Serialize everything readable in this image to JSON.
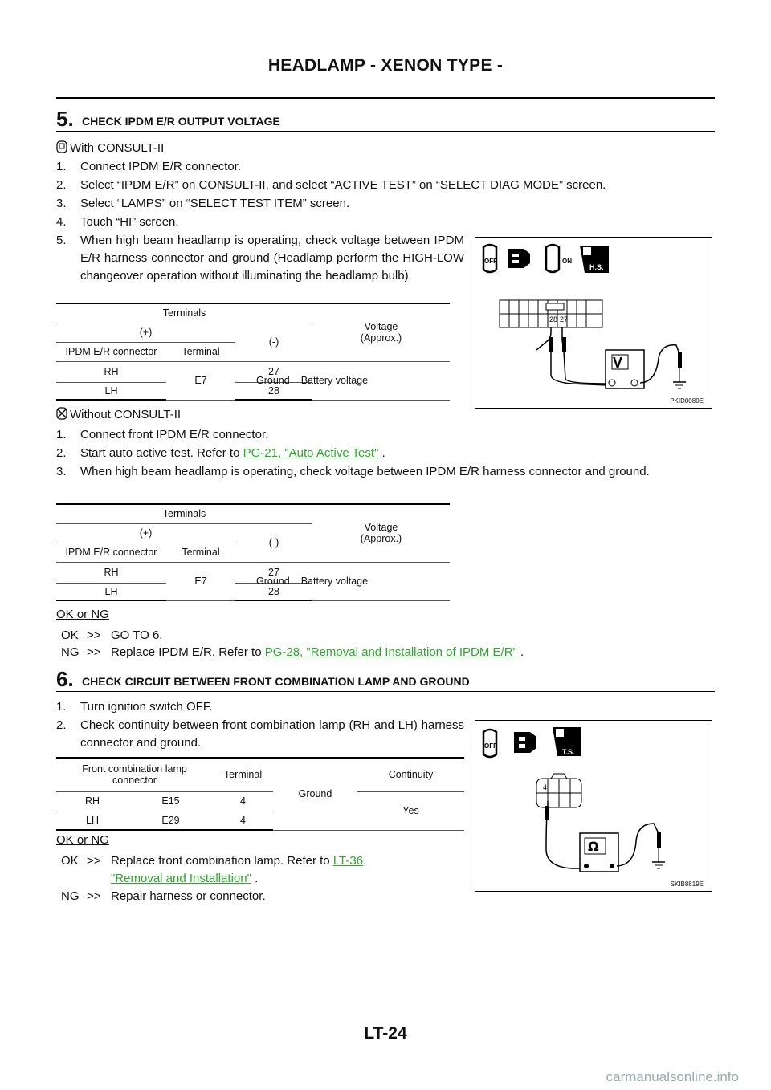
{
  "header": "HEADLAMP - XENON TYPE -",
  "step5": {
    "num": "5.",
    "title": "CHECK IPDM E/R OUTPUT VOLTAGE",
    "with_mode": "With CONSULT-II",
    "with_steps": [
      {
        "n": "1.",
        "t": "Connect IPDM E/R connector."
      },
      {
        "n": "2.",
        "t": "Select “IPDM E/R” on CONSULT-II, and select “ACTIVE TEST” on “SELECT DIAG MODE” screen."
      },
      {
        "n": "3.",
        "t": "Select “LAMPS” on “SELECT TEST ITEM” screen."
      },
      {
        "n": "4.",
        "t": "Touch “HI” screen."
      },
      {
        "n": "5.",
        "t": "When high beam headlamp is operating, check voltage between IPDM E/R harness connector and ground (Headlamp perform the HIGH-LOW changeover operation without illuminating the headlamp bulb)."
      }
    ],
    "table": {
      "terminals": "Terminals",
      "plus": "(+)",
      "minus": "(-)",
      "voltage": "Voltage",
      "approx": "(Approx.)",
      "col_conn": "IPDM E/R connector",
      "col_term": "Terminal",
      "rows": [
        {
          "side": "RH",
          "term": "27"
        },
        {
          "side": "LH",
          "term": "28"
        }
      ],
      "connector": "E7",
      "ground": "Ground",
      "value": "Battery voltage"
    },
    "without_mode": "Without CONSULT-II",
    "without_steps": [
      {
        "n": "1.",
        "t": "Connect front IPDM E/R connector."
      },
      {
        "n": "2.",
        "pre": "Start auto active test. Refer to ",
        "link": "PG-21, \"Auto Active Test\"",
        "post": " ."
      },
      {
        "n": "3.",
        "t": "When high beam headlamp is operating, check voltage between IPDM E/R harness connector and ground."
      }
    ],
    "ok_ng": "OK or NG",
    "ok_label": "OK",
    "ok_arrow": ">>",
    "ok_text": "GO TO 6.",
    "ng_label": "NG",
    "ng_arrow": ">>",
    "ng_pre": "Replace IPDM E/R. Refer to ",
    "ng_link": "PG-28, \"Removal and Installation of IPDM E/R\"",
    "ng_post": " .",
    "figure": {
      "code": "PKID0080E",
      "pin_a": "28",
      "pin_b": "27",
      "meter": "V",
      "off": "OFF",
      "on": "ON",
      "hs": "H.S."
    }
  },
  "step6": {
    "num": "6.",
    "title": "CHECK CIRCUIT BETWEEN FRONT COMBINATION LAMP AND GROUND",
    "steps": [
      {
        "n": "1.",
        "t": "Turn ignition switch OFF."
      },
      {
        "n": "2.",
        "t": "Check continuity between front combination lamp (RH and LH) harness connector and ground."
      }
    ],
    "table": {
      "col1": "Front combination lamp connector",
      "col2": "Terminal",
      "col3": "Ground",
      "col4": "Continuity",
      "rows": [
        {
          "side": "RH",
          "conn": "E15",
          "term": "4"
        },
        {
          "side": "LH",
          "conn": "E29",
          "term": "4"
        }
      ],
      "value": "Yes"
    },
    "ok_ng": "OK or NG",
    "ok_label": "OK",
    "ok_arrow": ">>",
    "ok_pre": "Replace front combination lamp. Refer to ",
    "ok_link1": "LT-36,",
    "ok_link2": "\"Removal and Installation\"",
    "ok_post": " .",
    "ng_label": "NG",
    "ng_arrow": ">>",
    "ng_text": "Repair harness or connector.",
    "figure": {
      "code": "SKIB8819E",
      "pin": "4",
      "meter": "Ω",
      "off": "OFF",
      "ts": "T.S."
    }
  },
  "footer": "LT-24",
  "watermark": "carmanualsonline.info"
}
